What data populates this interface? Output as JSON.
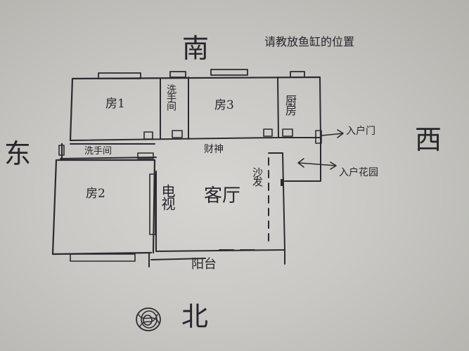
{
  "directions": {
    "south": "南",
    "north": "北",
    "east": "东",
    "west": "西"
  },
  "note": "请教放鱼缸的位置",
  "rooms": {
    "room1": "房1",
    "room2": "房2",
    "room3": "房3",
    "bath_top": "洗手间",
    "bath_left": "洗手间",
    "kitchen": "厨房",
    "living": "客厅",
    "tv": "电视",
    "sofa": "沙发",
    "caishen": "财神",
    "balcony": "阳台",
    "entrance": "入户门",
    "entry_garden": "入户花园"
  }
}
